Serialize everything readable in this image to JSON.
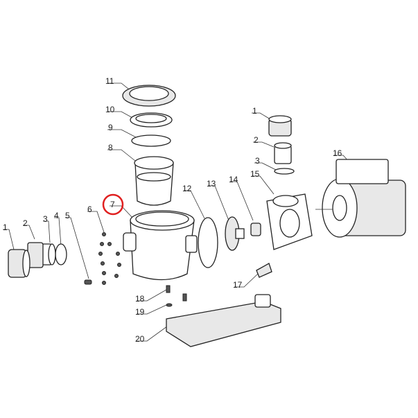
{
  "diagram": {
    "type": "exploded parts diagram",
    "highlight_color": "#e02020",
    "highlighted_part": "7",
    "labels": {
      "l1a": "1",
      "l2a": "2",
      "l3a": "3",
      "l4": "4",
      "l5": "5",
      "l6": "6",
      "l7": "7",
      "l8": "8",
      "l9": "9",
      "l10": "10",
      "l11": "11",
      "l12": "12",
      "l13": "13",
      "l14": "14",
      "l15": "15",
      "l16": "16",
      "l1b": "1",
      "l2b": "2",
      "l3b": "3",
      "l17": "17",
      "l18": "18",
      "l19": "19",
      "l20": "20"
    }
  }
}
